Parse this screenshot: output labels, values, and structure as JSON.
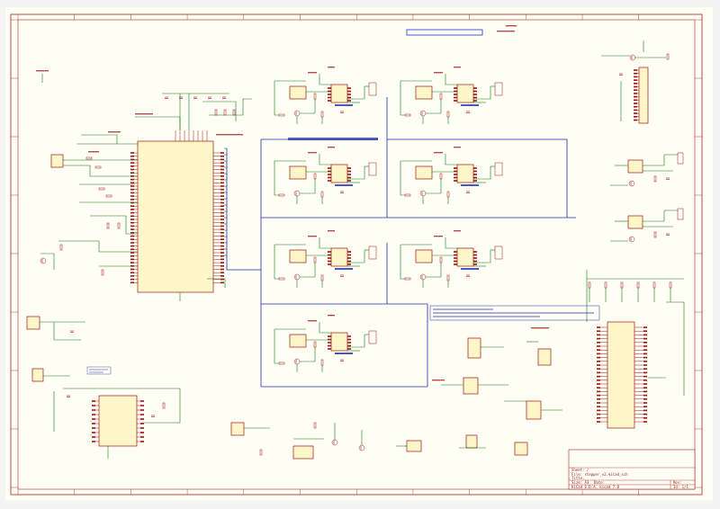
{
  "colors": {
    "background": "#f4f4f4",
    "paper": "#fffff6",
    "border": "#b01818",
    "wire": "#0a7a0a",
    "bus": "#1a2ea8",
    "component": "#a01010",
    "component_fill": "#fff7c8",
    "highlight": "#2233cc"
  },
  "title_block": {
    "sheet": "Sheet: /",
    "file": "File: stepper_v2.kicad_sch",
    "title": "Title:",
    "size": "Size: A3",
    "date": "Date:",
    "tool": "KiCad E.D.A. kicad 7.0",
    "rev": "Rev:",
    "id": "Id: 1/1"
  }
}
